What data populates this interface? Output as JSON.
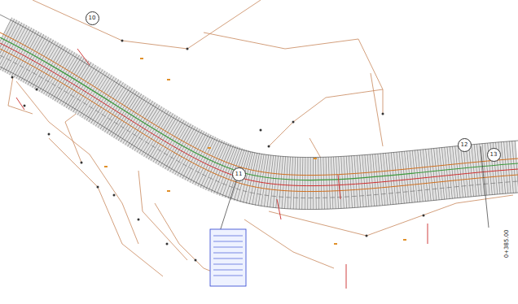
{
  "diagram": {
    "nodes": [
      {
        "text": [
          "10"
        ]
      },
      {
        "text": [
          "11"
        ]
      },
      {
        "text": [
          "12"
        ]
      },
      {
        "text": [
          "13"
        ]
      }
    ],
    "labels": [
      "0+385.00"
    ]
  }
}
